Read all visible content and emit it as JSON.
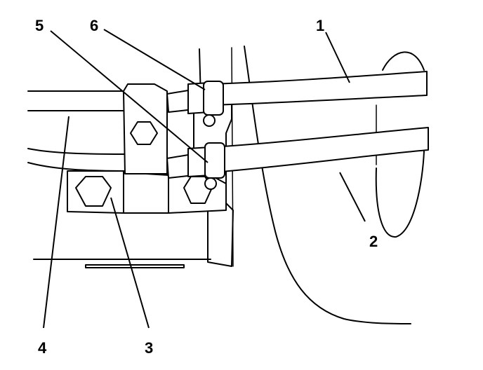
{
  "diagram": {
    "callouts": [
      {
        "id": "1",
        "label": "1"
      },
      {
        "id": "2",
        "label": "2"
      },
      {
        "id": "3",
        "label": "3"
      },
      {
        "id": "4",
        "label": "4"
      },
      {
        "id": "5",
        "label": "5"
      },
      {
        "id": "6",
        "label": "6"
      }
    ]
  },
  "colors": {
    "ink": "#000000",
    "paper": "#ffffff"
  }
}
